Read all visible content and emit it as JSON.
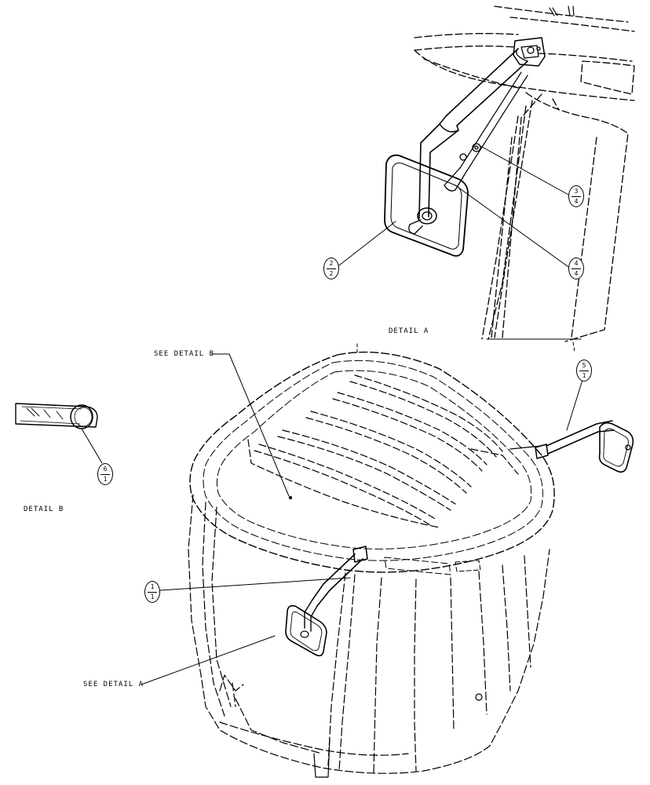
{
  "labels": {
    "detail_a": "DETAIL A",
    "detail_b": "DETAIL B",
    "see_detail_a": "SEE DETAIL A",
    "see_detail_b": "SEE DETAIL B"
  },
  "balloons": [
    {
      "item": "1",
      "qty": "1"
    },
    {
      "item": "2",
      "qty": "2"
    },
    {
      "item": "3",
      "qty": "4"
    },
    {
      "item": "4",
      "qty": "4"
    },
    {
      "item": "5",
      "qty": "1"
    },
    {
      "item": "6",
      "qty": "1"
    }
  ],
  "colors": {
    "line": "#000000",
    "paper": "#ffffff"
  }
}
